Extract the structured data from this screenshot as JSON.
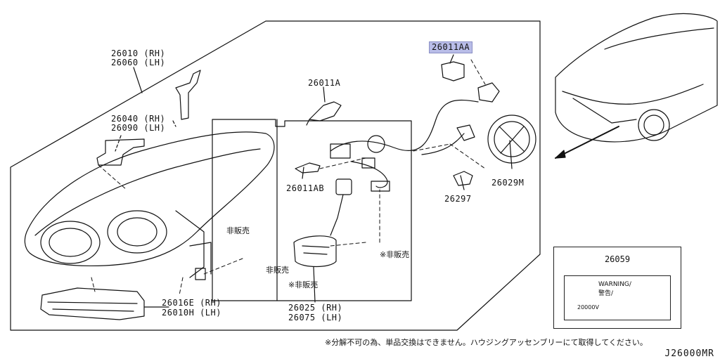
{
  "headlamp": {
    "rh": "26010 (RH)",
    "lh": "26060 (LH)"
  },
  "bracket": {
    "rh": "26040 (RH)",
    "lh": "26090 (LH)"
  },
  "bulb_a": "26011A",
  "bulb_aa": "26011AA",
  "bulb_ab": "26011AB",
  "cap": "26029M",
  "socket": "26297",
  "ballast": {
    "rh": "26025 (RH)",
    "lh": "26075 (LH)"
  },
  "lower_unit": {
    "rh": "26016E (RH)",
    "lh": "26010H (LH)"
  },
  "not_sold": "非販売",
  "not_sold_marked": "※非販売",
  "warning_label": {
    "part": "26059",
    "warning_text": "WARNING/",
    "warning_jp": "警告/",
    "voltage": "20000V"
  },
  "footnote": "※分解不可の為、単品交換はできません。ハウジングアッセンブリーにて取得してください。",
  "diagram_code": "J26000MR"
}
